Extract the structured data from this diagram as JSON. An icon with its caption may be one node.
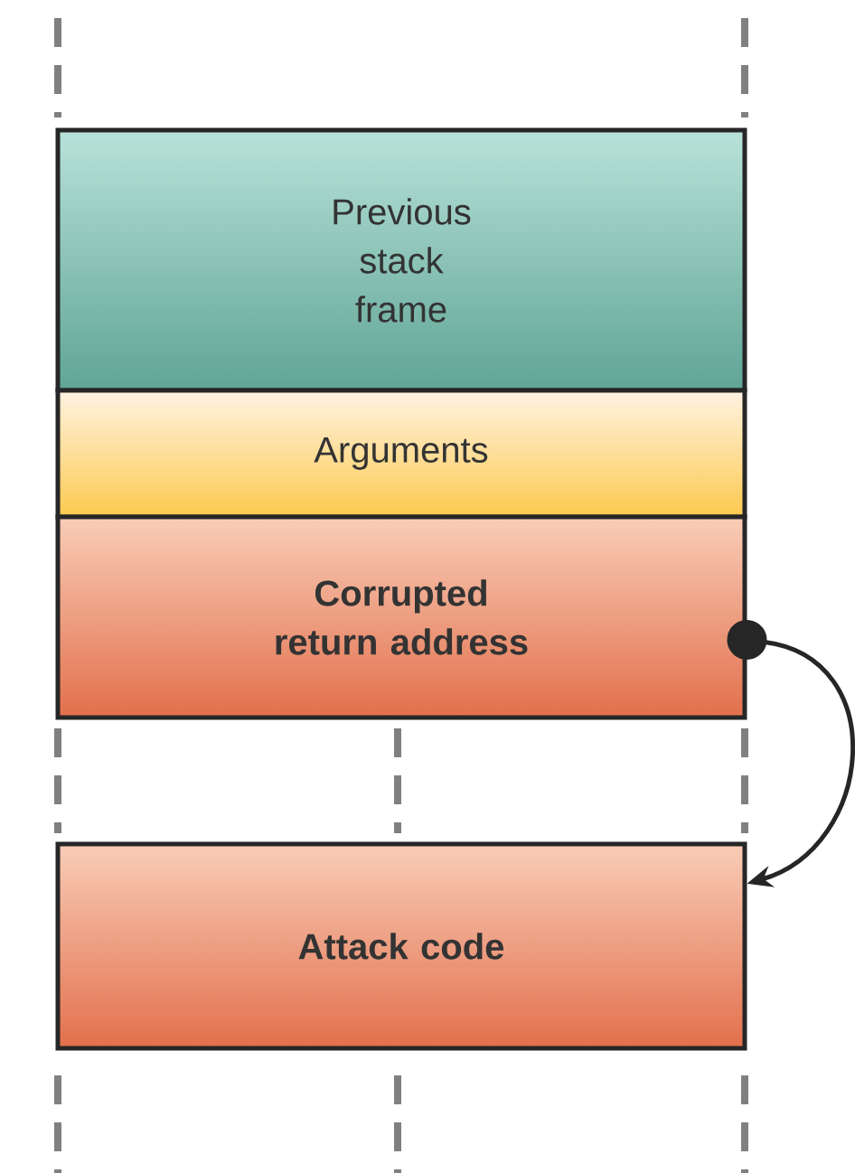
{
  "diagram": {
    "nodes": [
      {
        "text": [
          "Previous stack frame"
        ]
      },
      {
        "text": [
          "Arguments"
        ]
      },
      {
        "text": [
          "Corrupted return address"
        ]
      },
      {
        "text": [
          "Attack code"
        ]
      }
    ],
    "edges": [
      {
        "from": 2,
        "to": 3,
        "arrow": "to"
      }
    ]
  }
}
